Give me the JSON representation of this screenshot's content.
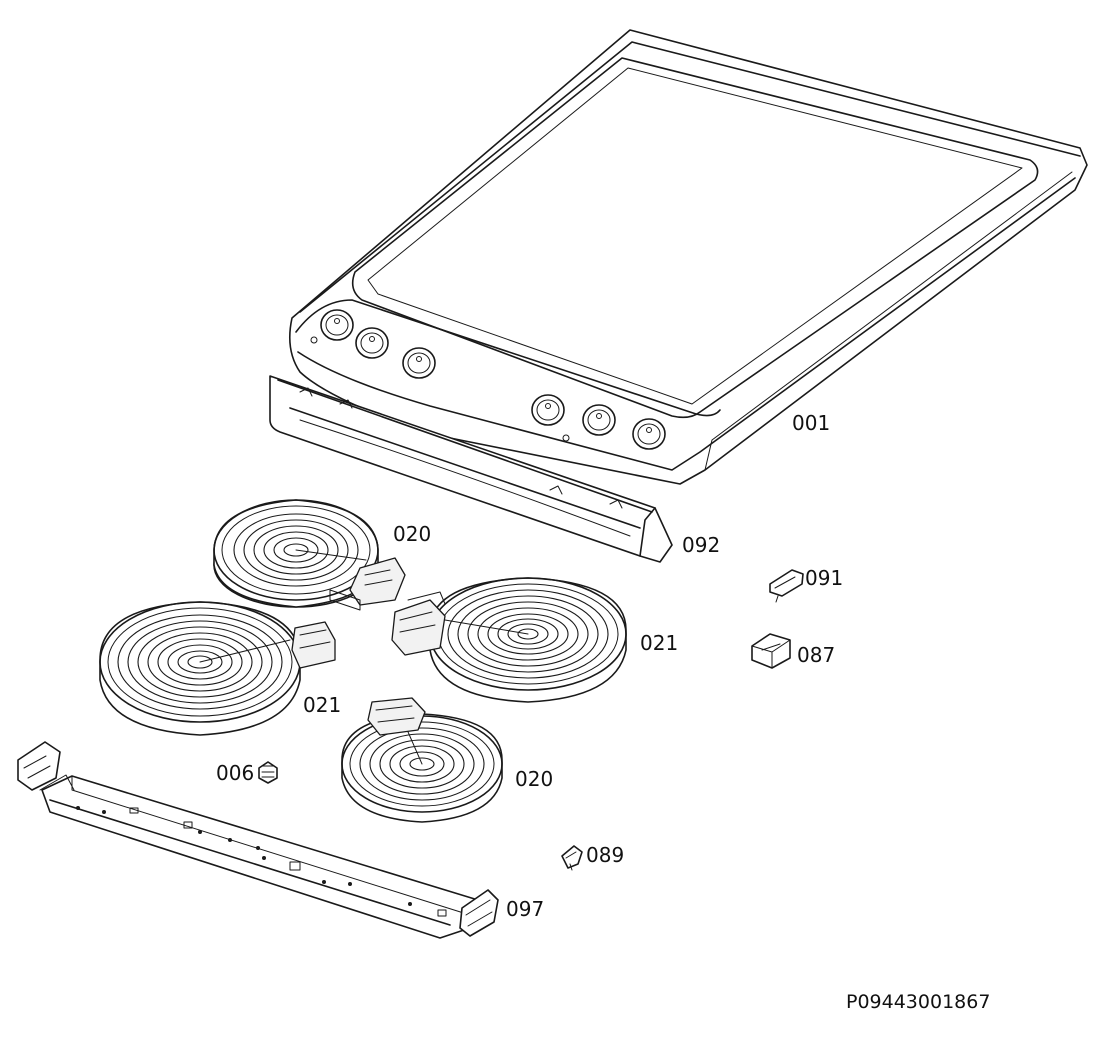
{
  "labels": {
    "part_001": "001",
    "part_092": "092",
    "part_091": "091",
    "part_087": "087",
    "part_020_top": "020",
    "part_021_right": "021",
    "part_021_left": "021",
    "part_020_bottom": "020",
    "part_006": "006",
    "part_089": "089",
    "part_097": "097"
  },
  "drawing_code": "P09443001867"
}
